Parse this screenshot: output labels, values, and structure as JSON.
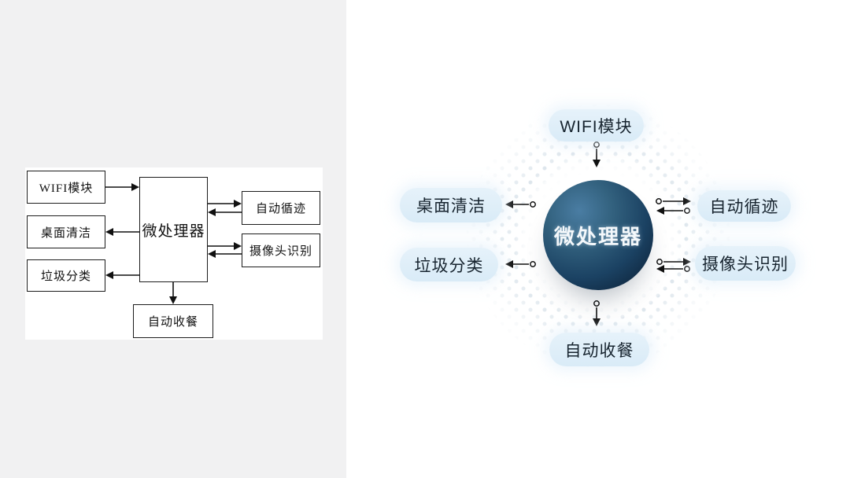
{
  "page": {
    "left_background": "#f1f1f2",
    "right_background": "#ffffff",
    "panel_background": "#ffffff"
  },
  "left_diagram": {
    "boxes": {
      "wifi": "WIFI模块",
      "desktop_clean": "桌面清洁",
      "garbage_sort": "垃圾分类",
      "cpu": "微处理器",
      "auto_track": "自动循迹",
      "camera_recog": "摄像头识别",
      "meal_collect": "自动收餐"
    }
  },
  "right_diagram": {
    "center_label": "微处理器",
    "nodes": {
      "wifi": "WIFI模块",
      "desktop_clean": "桌面清洁",
      "garbage_sort": "垃圾分类",
      "auto_track": "自动循迹",
      "camera_recog": "摄像头识别",
      "meal_collect": "自动收餐"
    },
    "colors": {
      "bubble_background": "#dfeef8",
      "bubble_text": "#17242f",
      "sphere_gradient_light": "#4a7da3",
      "sphere_gradient_dark": "#0b1e33",
      "sphere_text_color": "#ffffff",
      "halo_dot_color": "#c7d6e2",
      "arrow_color": "#111111"
    }
  }
}
